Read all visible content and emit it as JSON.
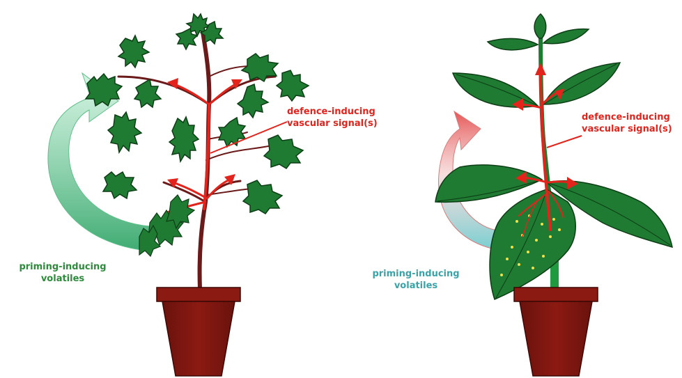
{
  "left_plant": {
    "signal_label": [
      "defence-inducing",
      "vascular signal(s)"
    ],
    "volatile_label": [
      "priming-inducing",
      "volatiles"
    ]
  },
  "right_plant": {
    "signal_label": [
      "defence-inducing",
      "vascular signal(s)"
    ],
    "volatile_label": [
      "priming-inducing",
      "volatiles"
    ]
  },
  "colors": {
    "leaf": "#1f7a32",
    "leaf_outline": "#0d3d15",
    "stem": "#6b1a1a",
    "pot": "#8b1a12",
    "signal_arrow": "#e2241c",
    "left_label": "#e2241c",
    "left_volatile_label": "#2e8b3c",
    "right_volatile_label": "#3aa3a8"
  }
}
